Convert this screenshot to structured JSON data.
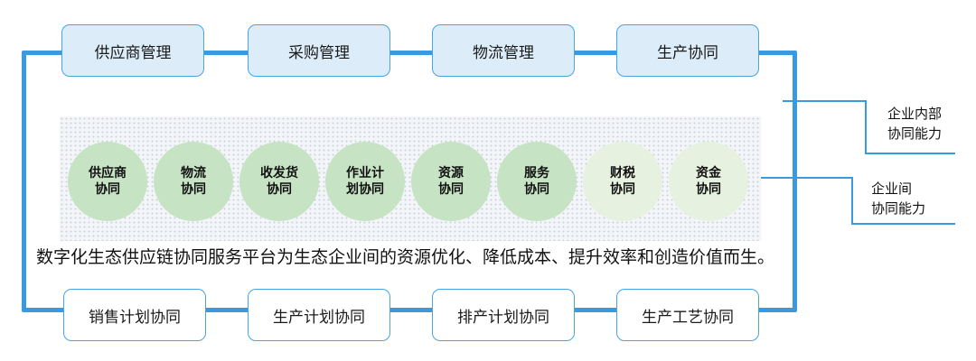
{
  "top_boxes": [
    "供应商管理",
    "采购管理",
    "物流管理",
    "生产协同"
  ],
  "bottom_boxes": [
    "销售计划协同",
    "生产计划协同",
    "排产计划协同",
    "生产工艺协同"
  ],
  "circles": [
    {
      "label": "供应商\n协同",
      "tone": "dark"
    },
    {
      "label": "物流\n协同",
      "tone": "dark"
    },
    {
      "label": "收发货\n协同",
      "tone": "dark"
    },
    {
      "label": "作业计\n划协同",
      "tone": "dark"
    },
    {
      "label": "资源\n协同",
      "tone": "dark"
    },
    {
      "label": "服务\n协同",
      "tone": "dark"
    },
    {
      "label": "财税\n协同",
      "tone": "light"
    },
    {
      "label": "资金\n协同",
      "tone": "light"
    }
  ],
  "caption": "数字化生态供应链协同服务平台为生态企业间的资源优化、降低成本、提升效率和创造价值而生。",
  "side_labels": {
    "internal": "企业内部\n协同能力",
    "inter": "企业间\n协同能力"
  },
  "colors": {
    "frame": "#3a9ae0",
    "circle_dark": "#c6e3c4",
    "circle_light": "#e6f1df"
  }
}
